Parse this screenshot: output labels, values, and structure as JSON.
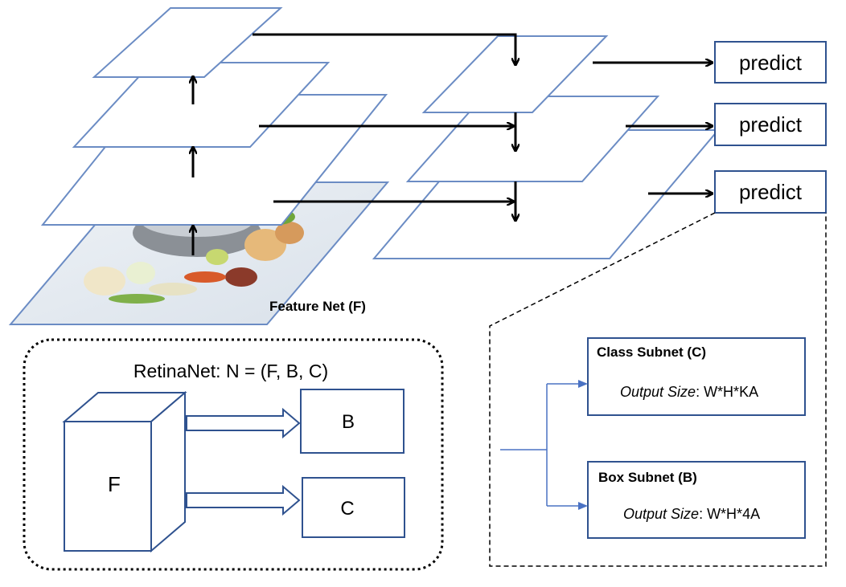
{
  "pyramid": {
    "feature_net_label": "Feature Net (F)",
    "predict_labels": [
      "predict",
      "predict",
      "predict"
    ]
  },
  "retinanet": {
    "title": "RetinaNet: N = (F, B, C)",
    "cube_label": "F",
    "box_b_label": "B",
    "box_c_label": "C"
  },
  "subnets": {
    "class": {
      "title": "Class Subnet (C)",
      "output_prefix": "Output Size",
      "output_value": ": W*H*KA"
    },
    "box": {
      "title": "Box Subnet (B)",
      "output_prefix": "Output Size",
      "output_value": ": W*H*4A"
    }
  },
  "colors": {
    "plane_stroke": "#6b8cc4",
    "box_stroke": "#2f528f",
    "subnet_line": "#4a72c4"
  }
}
